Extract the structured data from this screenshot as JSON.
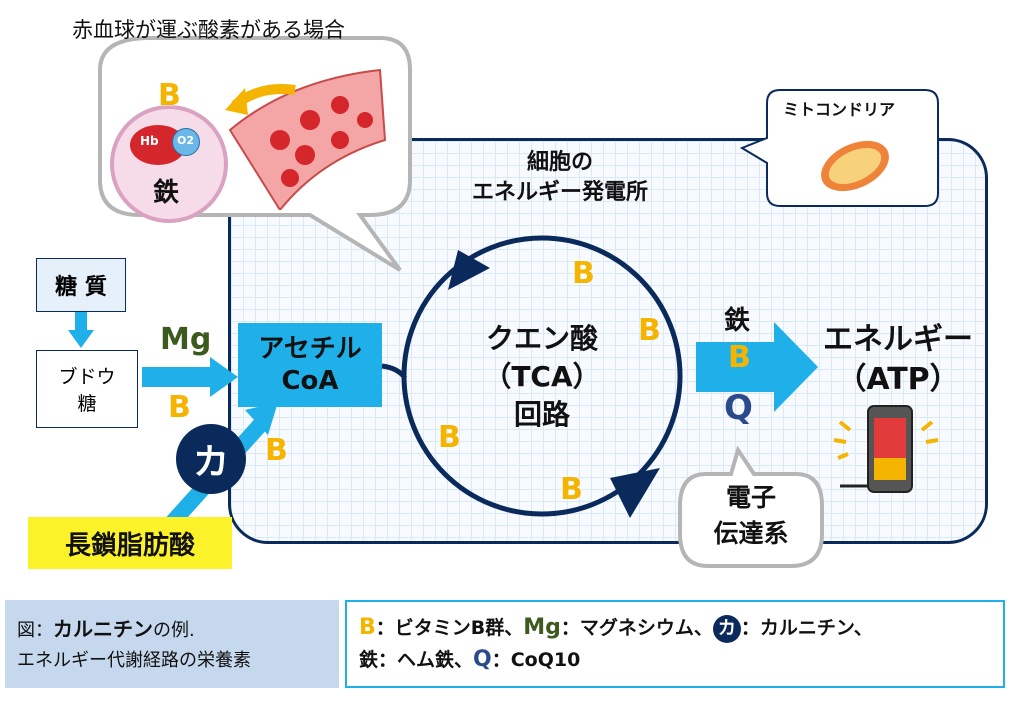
{
  "speech_bubble": {
    "title": "赤血球が運ぶ酸素がある場合",
    "iron_label": "鉄",
    "hb_label": "Hb",
    "o2_label": "O2",
    "b_label": "B"
  },
  "cell": {
    "title_line1": "細胞の",
    "title_line2": "エネルギー発電所"
  },
  "mitochondria": {
    "label": "ミトコンドリア"
  },
  "inputs": {
    "carbs": "糖 質",
    "glucose_line1": "ブドウ",
    "glucose_line2": "糖",
    "mg_label": "Mg",
    "b_label": "B",
    "carnitine_label": "カ",
    "fatty_acid": "長鎖脂肪酸"
  },
  "acetyl_coa": {
    "line1": "アセチル",
    "line2": "CoA",
    "b_label": "B"
  },
  "tca": {
    "line1": "クエン酸",
    "line2": "（TCA）",
    "line3": "回路",
    "b_label": "B"
  },
  "output": {
    "iron": "鉄",
    "b_label": "B",
    "q_label": "Q",
    "energy_line1": "エネルギー",
    "energy_line2": "（ATP）"
  },
  "electron_transport": {
    "line1": "電子",
    "line2": "伝達系"
  },
  "caption": {
    "prefix": "図：",
    "bold_part": "カルニチン",
    "suffix": "の例.",
    "line2": "エネルギー代謝経路の栄養素"
  },
  "legend": {
    "b_key": "B",
    "b_desc": "：ビタミンB群、",
    "mg_key": "Mg",
    "mg_desc": "：マグネシウム、",
    "ka_key": "カ",
    "ka_desc": "：カルニチン、",
    "iron_key": "鉄",
    "iron_desc": "：ヘム鉄、",
    "q_key": "Q",
    "q_desc": "：CoQ10"
  },
  "colors": {
    "navy": "#0b2a5c",
    "cyan": "#1fb0ea",
    "yellow_b": "#f4b400",
    "mg_green": "#3c5a1e",
    "highlight_yellow": "#fbf22a",
    "q_blue": "#2b4a8c"
  }
}
